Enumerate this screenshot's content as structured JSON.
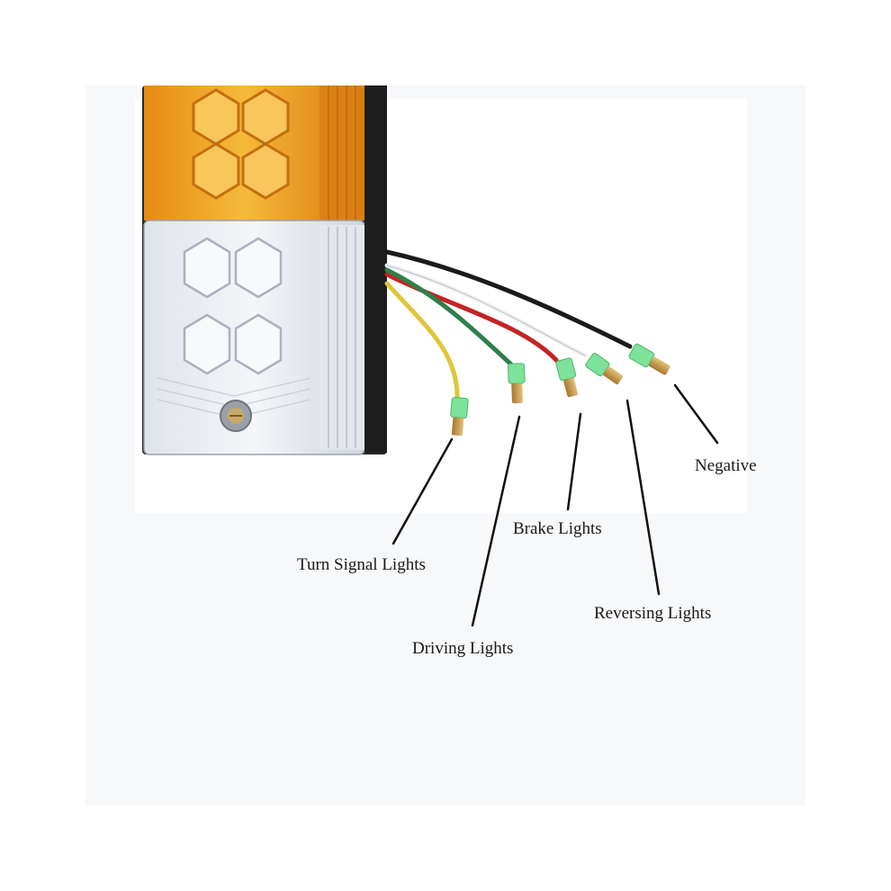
{
  "labels": {
    "negative": "Negative",
    "brake": "Brake Lights",
    "turn_signal": "Turn Signal Lights",
    "reversing": "Reversing Lights",
    "driving": "Driving Lights"
  },
  "colors": {
    "amber_lens": "#f0a020",
    "clear_lens": "#e6e9ee",
    "housing": "#2a2a2a",
    "wire_black": "#1b1b1b",
    "wire_white": "#f2f2f2",
    "wire_red": "#c42323",
    "wire_green": "#2f7f4a",
    "wire_yellow": "#e1c53a",
    "connector_green": "#7de29a",
    "connector_brass": "#c99a4a"
  }
}
